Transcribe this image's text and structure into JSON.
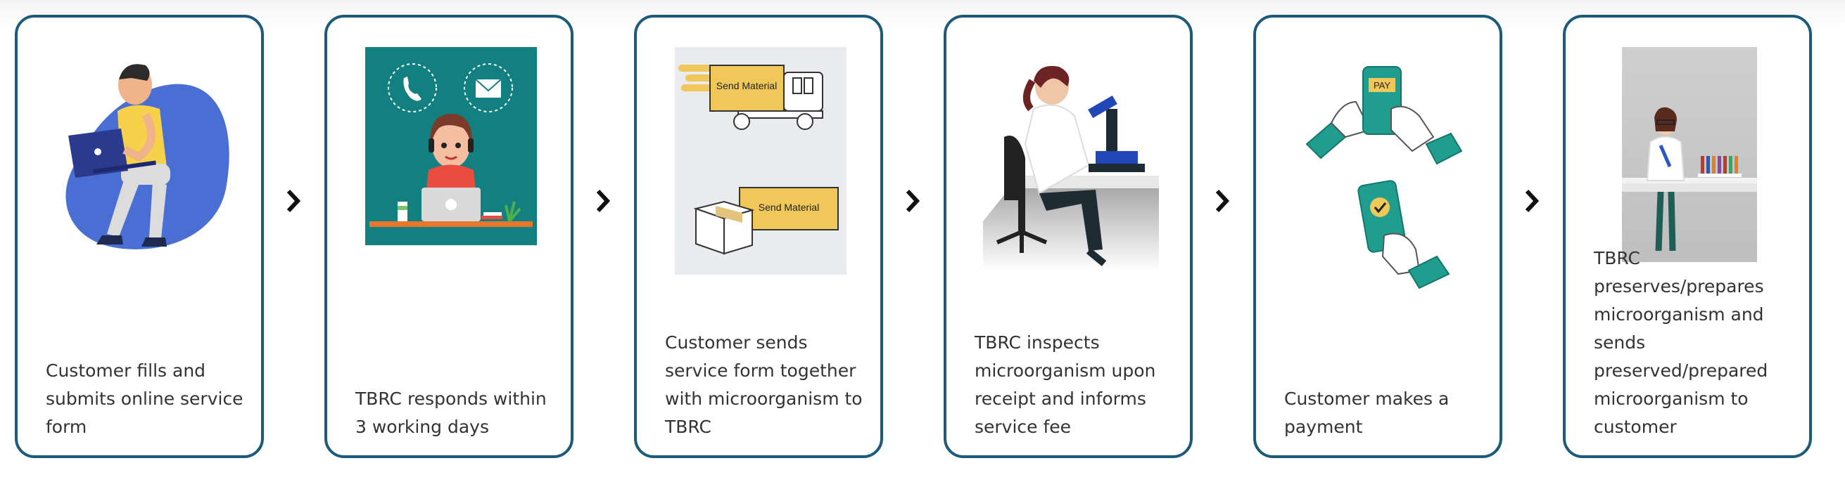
{
  "steps": [
    {
      "text": "Customer fills and submits online service form",
      "icon": "person-with-laptop-illustration"
    },
    {
      "text": "TBRC responds within 3 working days",
      "icon": "call-center-agent-illustration"
    },
    {
      "text": "Customer sends service form together with microorganism to TBRC",
      "icon": "shipping-truck-illustration",
      "labels": [
        "Send Material",
        "Send Material"
      ]
    },
    {
      "text": "TBRC inspects microorganism upon receipt and informs service fee",
      "icon": "scientist-microscope-illustration"
    },
    {
      "text": "Customer makes a payment",
      "icon": "mobile-payment-illustration",
      "labels": [
        "PAY"
      ]
    },
    {
      "text": "TBRC preserves/prepares microorganism and sends preserved/prepared microorganism to customer",
      "icon": "lab-scientist-illustration"
    }
  ],
  "colors": {
    "card_border": "#1c5a7a",
    "text": "#333333",
    "arrow": "#111111",
    "teal": "#1f9e8f",
    "blue": "#4a6fd4"
  }
}
